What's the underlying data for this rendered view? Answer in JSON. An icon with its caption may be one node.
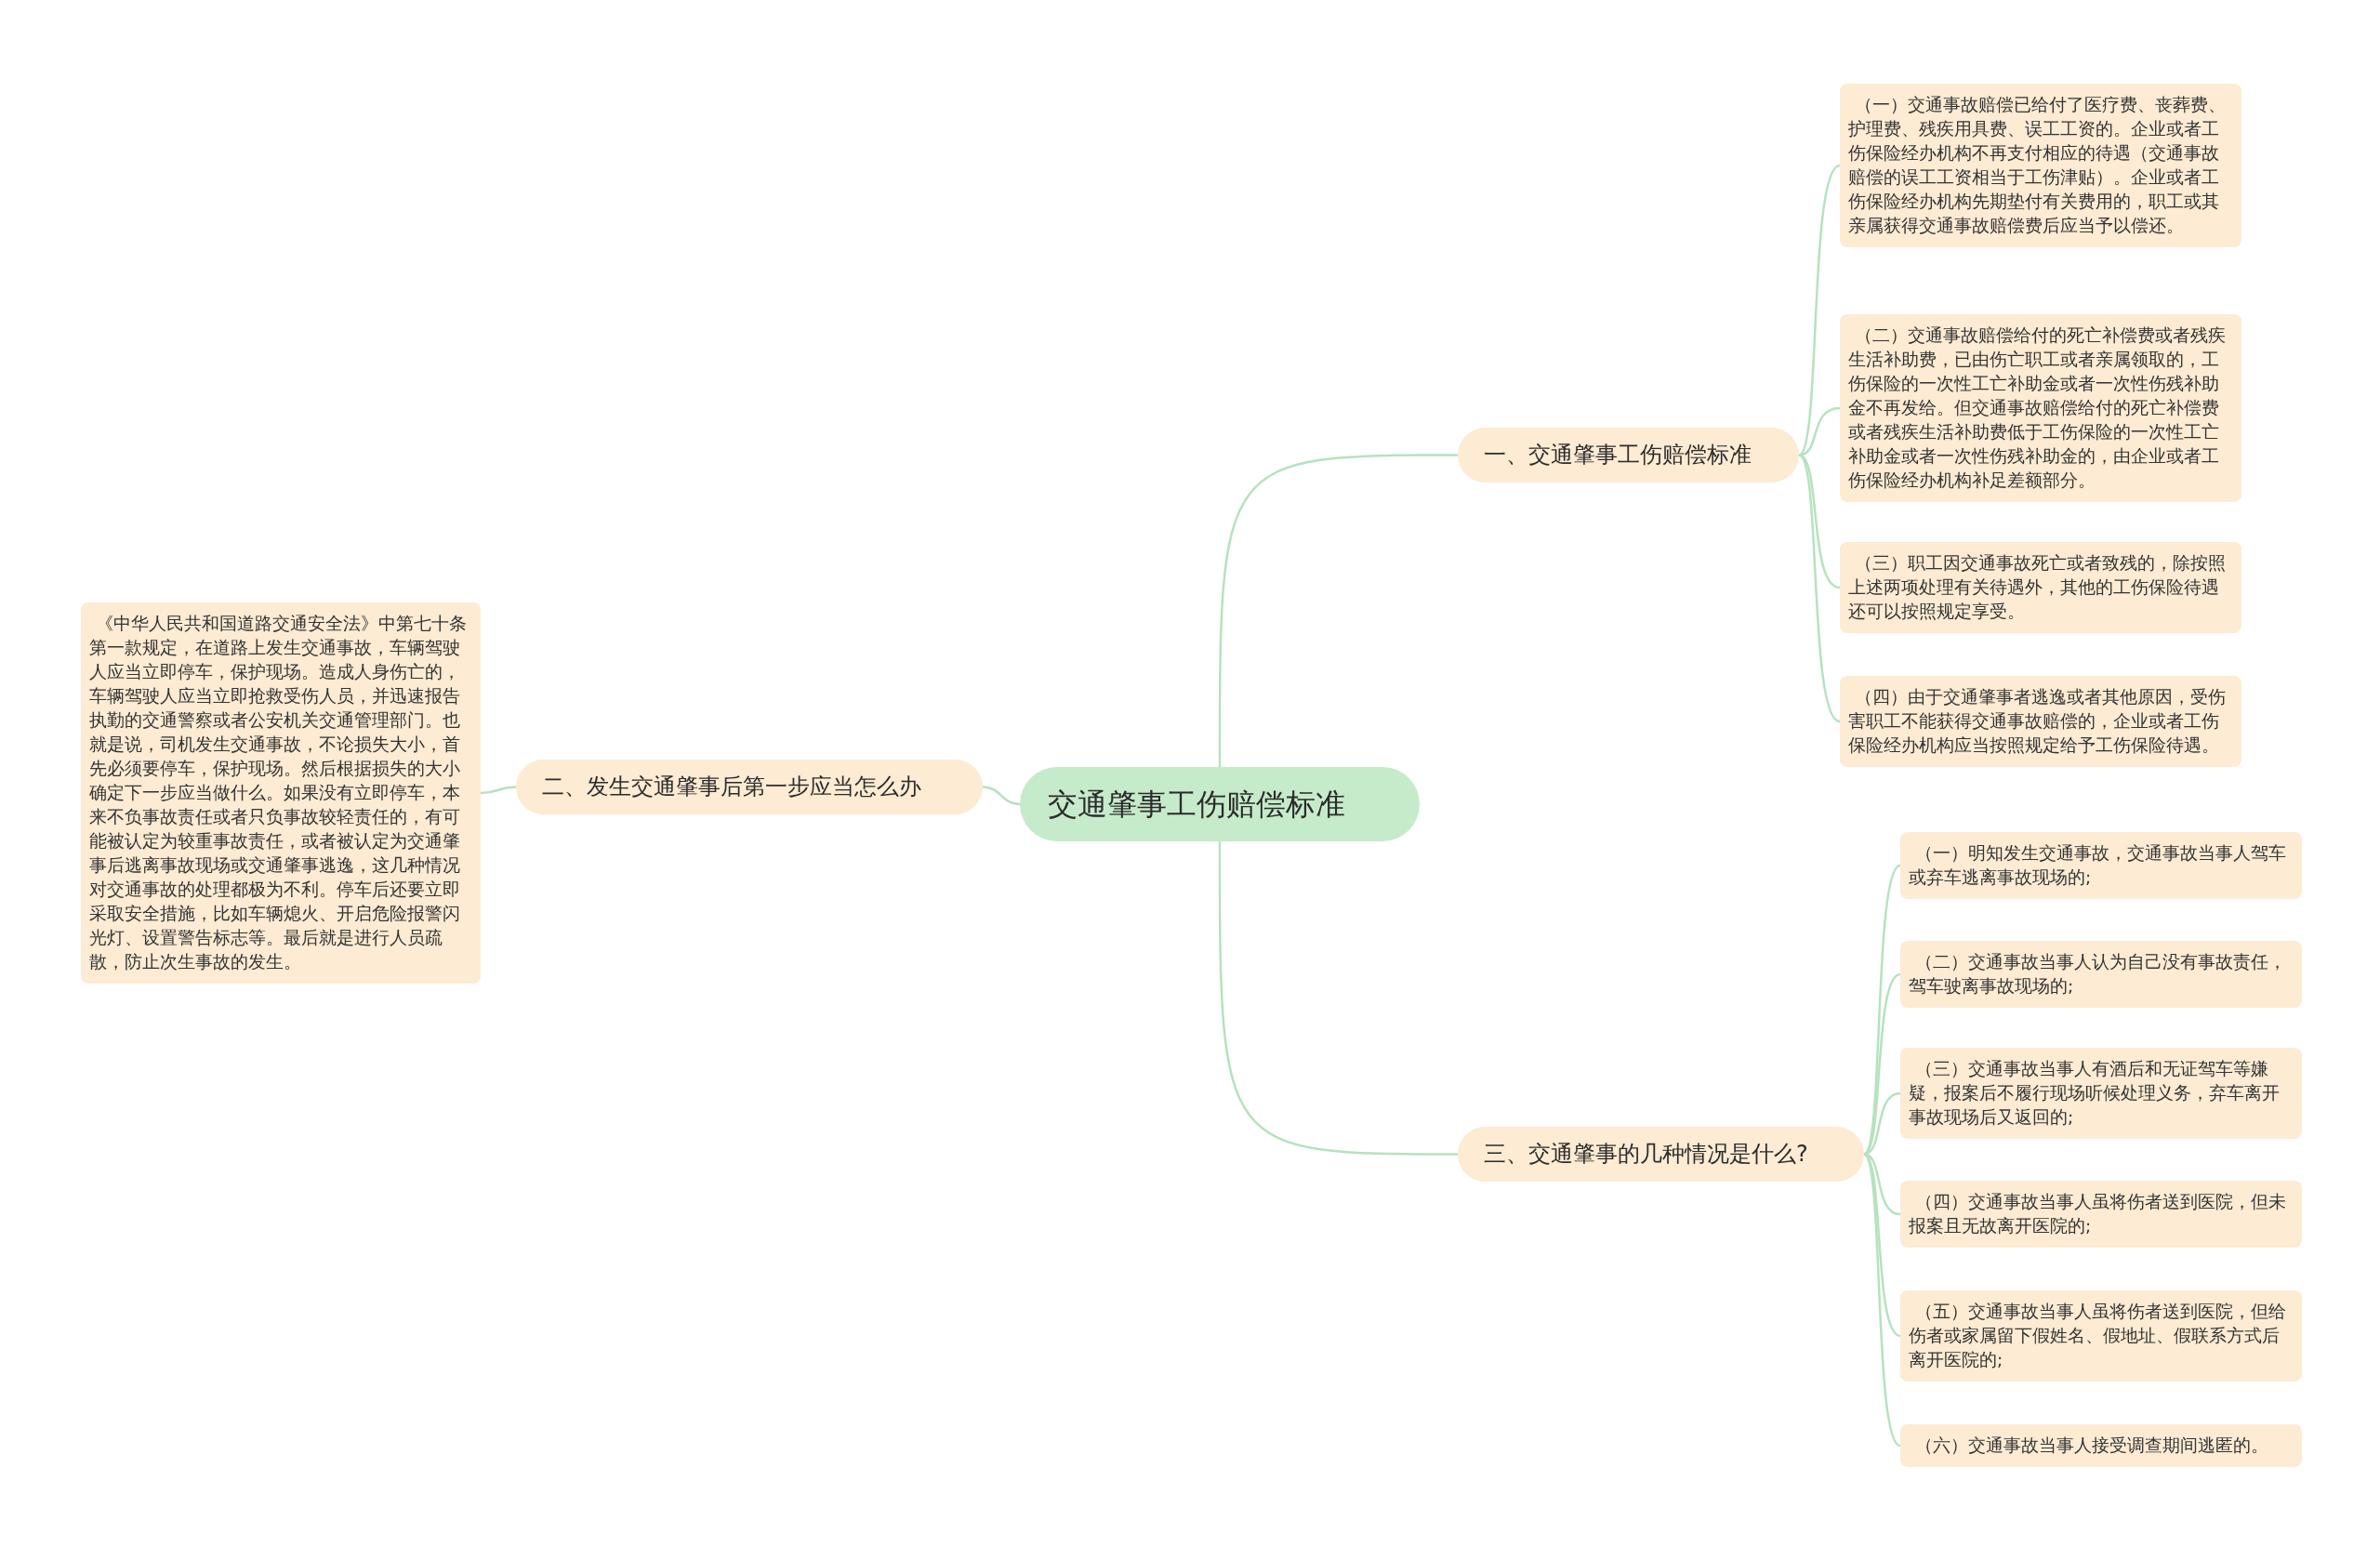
{
  "diagram": {
    "nodes": [
      {
        "text": [
          "交通肇事工伤赔偿标准"
        ]
      },
      {
        "text": [
          "一、交通肇事工伤赔偿标准"
        ]
      },
      {
        "text": [
          "（一）交通事故赔偿已给付了医疗费、丧葬费、护理费、残疾用具费、误工工资的。企业或者工伤保险经办机构不再支付相应的待遇（交通事故赔偿的误工工资相当于工伤津贴）。企业或者工伤保险经办机构先期垫付有关费用的，职工或其亲属获得交通事故赔偿费后应当予以偿还。"
        ]
      },
      {
        "text": [
          "（二）交通事故赔偿给付的死亡补偿费或者残疾生活补助费，已由伤亡职工或者亲属领取的，工伤保险的一次性工亡补助金或者一次性伤残补助金不再发给。但交通事故赔偿给付的死亡补偿费或者残疾生活补助费低于工伤保险的一次性工亡补助金或者一次性伤残补助金的，由企业或者工伤保险经办机构补足差额部分。"
        ]
      },
      {
        "text": [
          "（三）职工因交通事故死亡或者致残的，除按照上述两项处理有关待遇外，其他的工伤保险待遇还可以按照规定享受。"
        ]
      },
      {
        "text": [
          "（四）由于交通肇事者逃逸或者其他原因，受伤害职工不能获得交通事故赔偿的，企业或者工伤保险经办机构应当按照规定给予工伤保险待遇。"
        ]
      },
      {
        "text": [
          "二、发生交通肇事后第一步应当怎么办"
        ]
      },
      {
        "text": [
          "《中华人民共和国道路交通安全法》中第七十条第一款规定，在道路上发生交通事故，车辆驾驶人应当立即停车，保护现场。造成人身伤亡的，车辆驾驶人应当立即抢救受伤人员，并迅速报告执勤的交通警察或者公安机关交通管理部门。也就是说，司机发生交通事故，不论损失大小，首先必须要停车，保护现场。然后根据损失的大小确定下一步应当做什么。如果没有立即停车，本来不负事故责任或者只负事故较轻责任的，有可能被认定为较重事故责任，或者被认定为交通肇事后逃离事故现场或交通肇事逃逸，这几种情况对交通事故的处理都极为不利。停车后还要立即采取安全措施，比如车辆熄火、开启危险报警闪光灯、设置警告标志等。最后就是进行人员疏散，防止次生事故的发生。"
        ]
      },
      {
        "text": [
          "三、交通肇事的几种情况是什么?"
        ]
      },
      {
        "text": [
          "（一）明知发生交通事故，交通事故当事人驾车或弃车逃离事故现场的;"
        ]
      },
      {
        "text": [
          "（二）交通事故当事人认为自己没有事故责任，驾车驶离事故现场的;"
        ]
      },
      {
        "text": [
          "（三）交通事故当事人有酒后和无证驾车等嫌疑，报案后不履行现场听候处理义务，弃车离开事故现场后又返回的;"
        ]
      },
      {
        "text": [
          "（四）交通事故当事人虽将伤者送到医院，但未报案且无故离开医院的;"
        ]
      },
      {
        "text": [
          "（五）交通事故当事人虽将伤者送到医院，但给伤者或家属留下假姓名、假地址、假联系方式后离开医院的;"
        ]
      },
      {
        "text": [
          "（六）交通事故当事人接受调查期间逃匿的。"
        ]
      }
    ],
    "edges": [
      {
        "from": 0,
        "to": 1,
        "arrow": "none"
      },
      {
        "from": 1,
        "to": 2,
        "arrow": "none"
      },
      {
        "from": 1,
        "to": 3,
        "arrow": "none"
      },
      {
        "from": 1,
        "to": 4,
        "arrow": "none"
      },
      {
        "from": 1,
        "to": 5,
        "arrow": "none"
      },
      {
        "from": 0,
        "to": 6,
        "arrow": "none"
      },
      {
        "from": 6,
        "to": 7,
        "arrow": "none"
      },
      {
        "from": 0,
        "to": 8,
        "arrow": "none"
      },
      {
        "from": 8,
        "to": 9,
        "arrow": "none"
      },
      {
        "from": 8,
        "to": 10,
        "arrow": "none"
      },
      {
        "from": 8,
        "to": 11,
        "arrow": "none"
      },
      {
        "from": 8,
        "to": 12,
        "arrow": "none"
      },
      {
        "from": 8,
        "to": 13,
        "arrow": "none"
      },
      {
        "from": 8,
        "to": 14,
        "arrow": "none"
      }
    ]
  }
}
